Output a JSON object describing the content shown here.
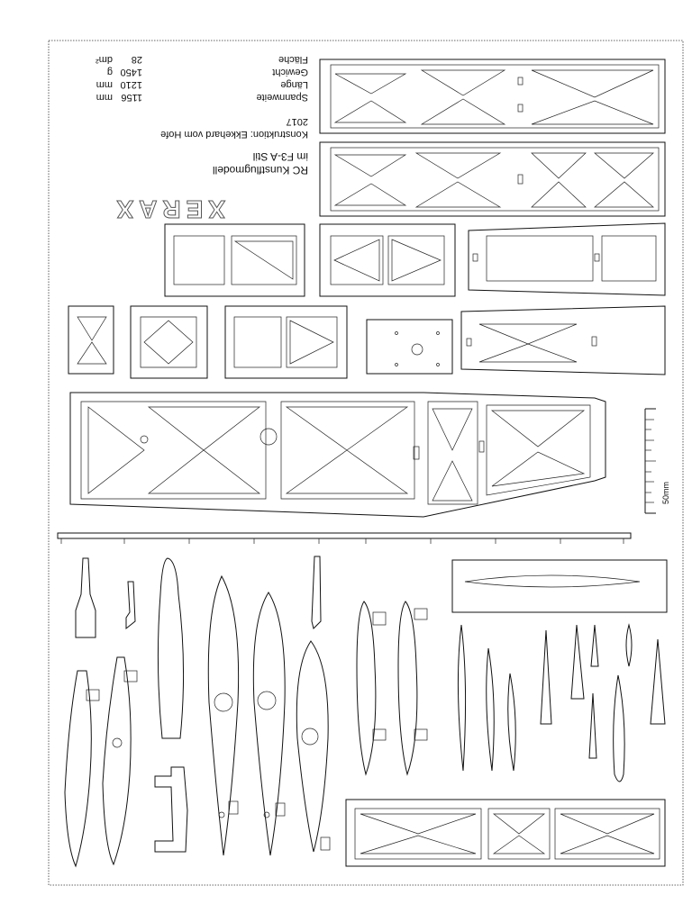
{
  "info": {
    "logo": "XERAX",
    "title_line1": "RC Kunstflugmodell",
    "title_line2": "im F3-A Stil",
    "credit": "Konstruktion: Ekkehard vom Hofe",
    "year": "2017",
    "specs": [
      {
        "label": "Spannweite",
        "value": "1156",
        "unit": "mm"
      },
      {
        "label": "Länge",
        "value": "1210",
        "unit": "mm"
      },
      {
        "label": "Gewicht",
        "value": "1450",
        "unit": "g"
      },
      {
        "label": "Fläche",
        "value": "28",
        "unit": "dm²"
      }
    ]
  },
  "scale": {
    "label": "50mm"
  }
}
